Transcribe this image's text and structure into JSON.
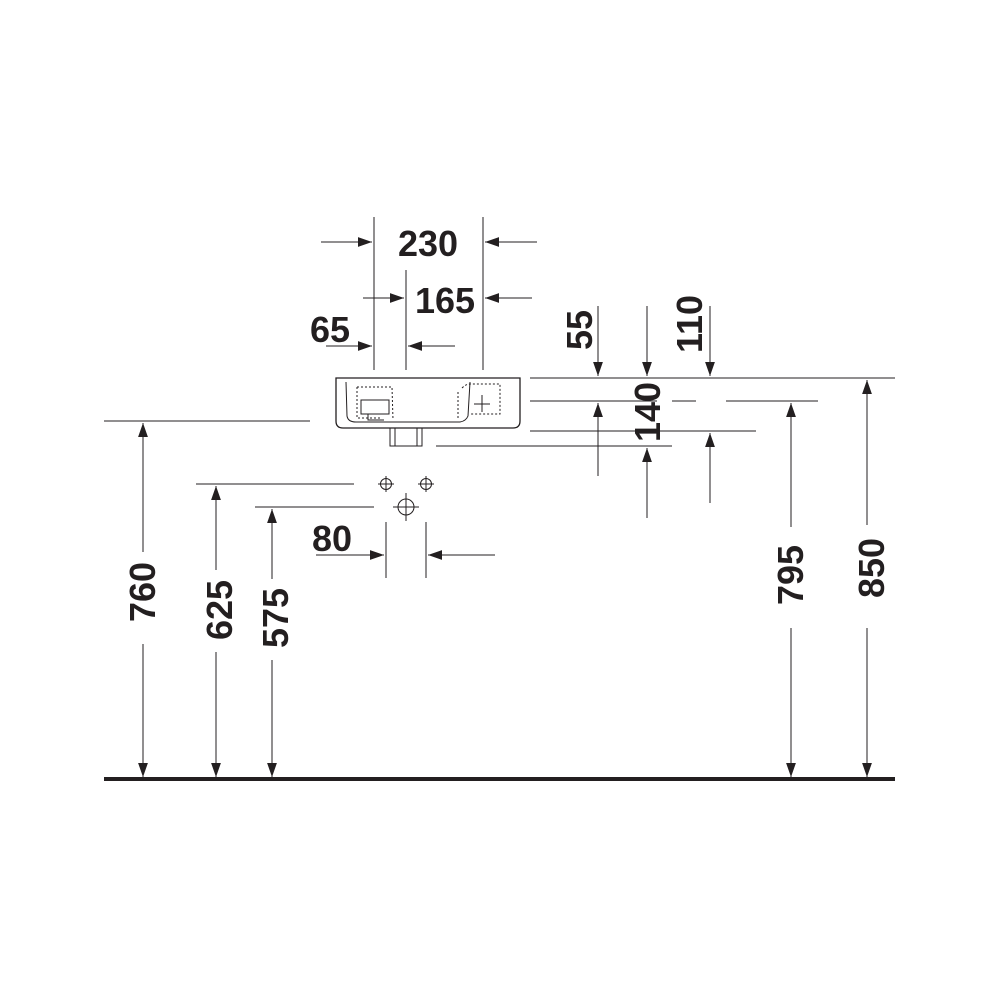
{
  "drawing": {
    "dimensions": {
      "d230": "230",
      "d165": "165",
      "d65": "65",
      "d55": "55",
      "d110": "110",
      "d140": "140",
      "d80": "80",
      "d760": "760",
      "d625": "625",
      "d575": "575",
      "d795": "795",
      "d850": "850"
    },
    "colors": {
      "ink": "#231f20",
      "background": "#ffffff"
    }
  }
}
